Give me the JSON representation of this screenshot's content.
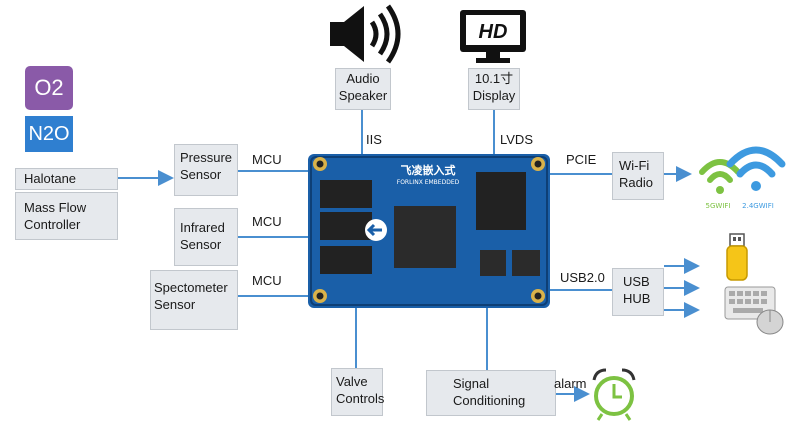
{
  "gases": {
    "o2": "O2",
    "n2o": "N2O"
  },
  "inputs": {
    "halotane": "Halotane",
    "mass_flow": [
      "Mass Flow",
      "Controller"
    ]
  },
  "sensors": {
    "pressure": [
      "Pressure",
      "Sensor"
    ],
    "infrared": [
      "Infrared",
      "Sensor"
    ],
    "spectrometer": [
      "Spectometer",
      "Sensor"
    ]
  },
  "links": {
    "mcu1": "MCU",
    "mcu2": "MCU",
    "mcu3": "MCU",
    "iis": "IIS",
    "lvds": "LVDS",
    "pcie": "PCIE",
    "usb": "USB2.0",
    "alarm": "alarm"
  },
  "outputs": {
    "audio": [
      "Audio",
      "Speaker"
    ],
    "display": [
      "10.1寸",
      "Display"
    ],
    "wifi": [
      "Wi-Fi",
      "Radio"
    ],
    "hub": [
      "USB",
      "HUB"
    ],
    "valve": [
      "Valve",
      "Controls"
    ],
    "signal": [
      "Signal",
      "Conditioning"
    ]
  },
  "board": {
    "brand": "飞凌嵌入式",
    "brand_en": "FORLINX EMBEDDED"
  },
  "icons": {
    "monitor_text": "HD",
    "wifi_bands": [
      "5GWIFI",
      "2.4GWIFI"
    ]
  },
  "colors": {
    "wire": "#4a8fd0",
    "board": "#1a5fa8",
    "o2": "#8a5aa8",
    "n2o": "#2f7fd0",
    "clock": "#7dc242"
  }
}
